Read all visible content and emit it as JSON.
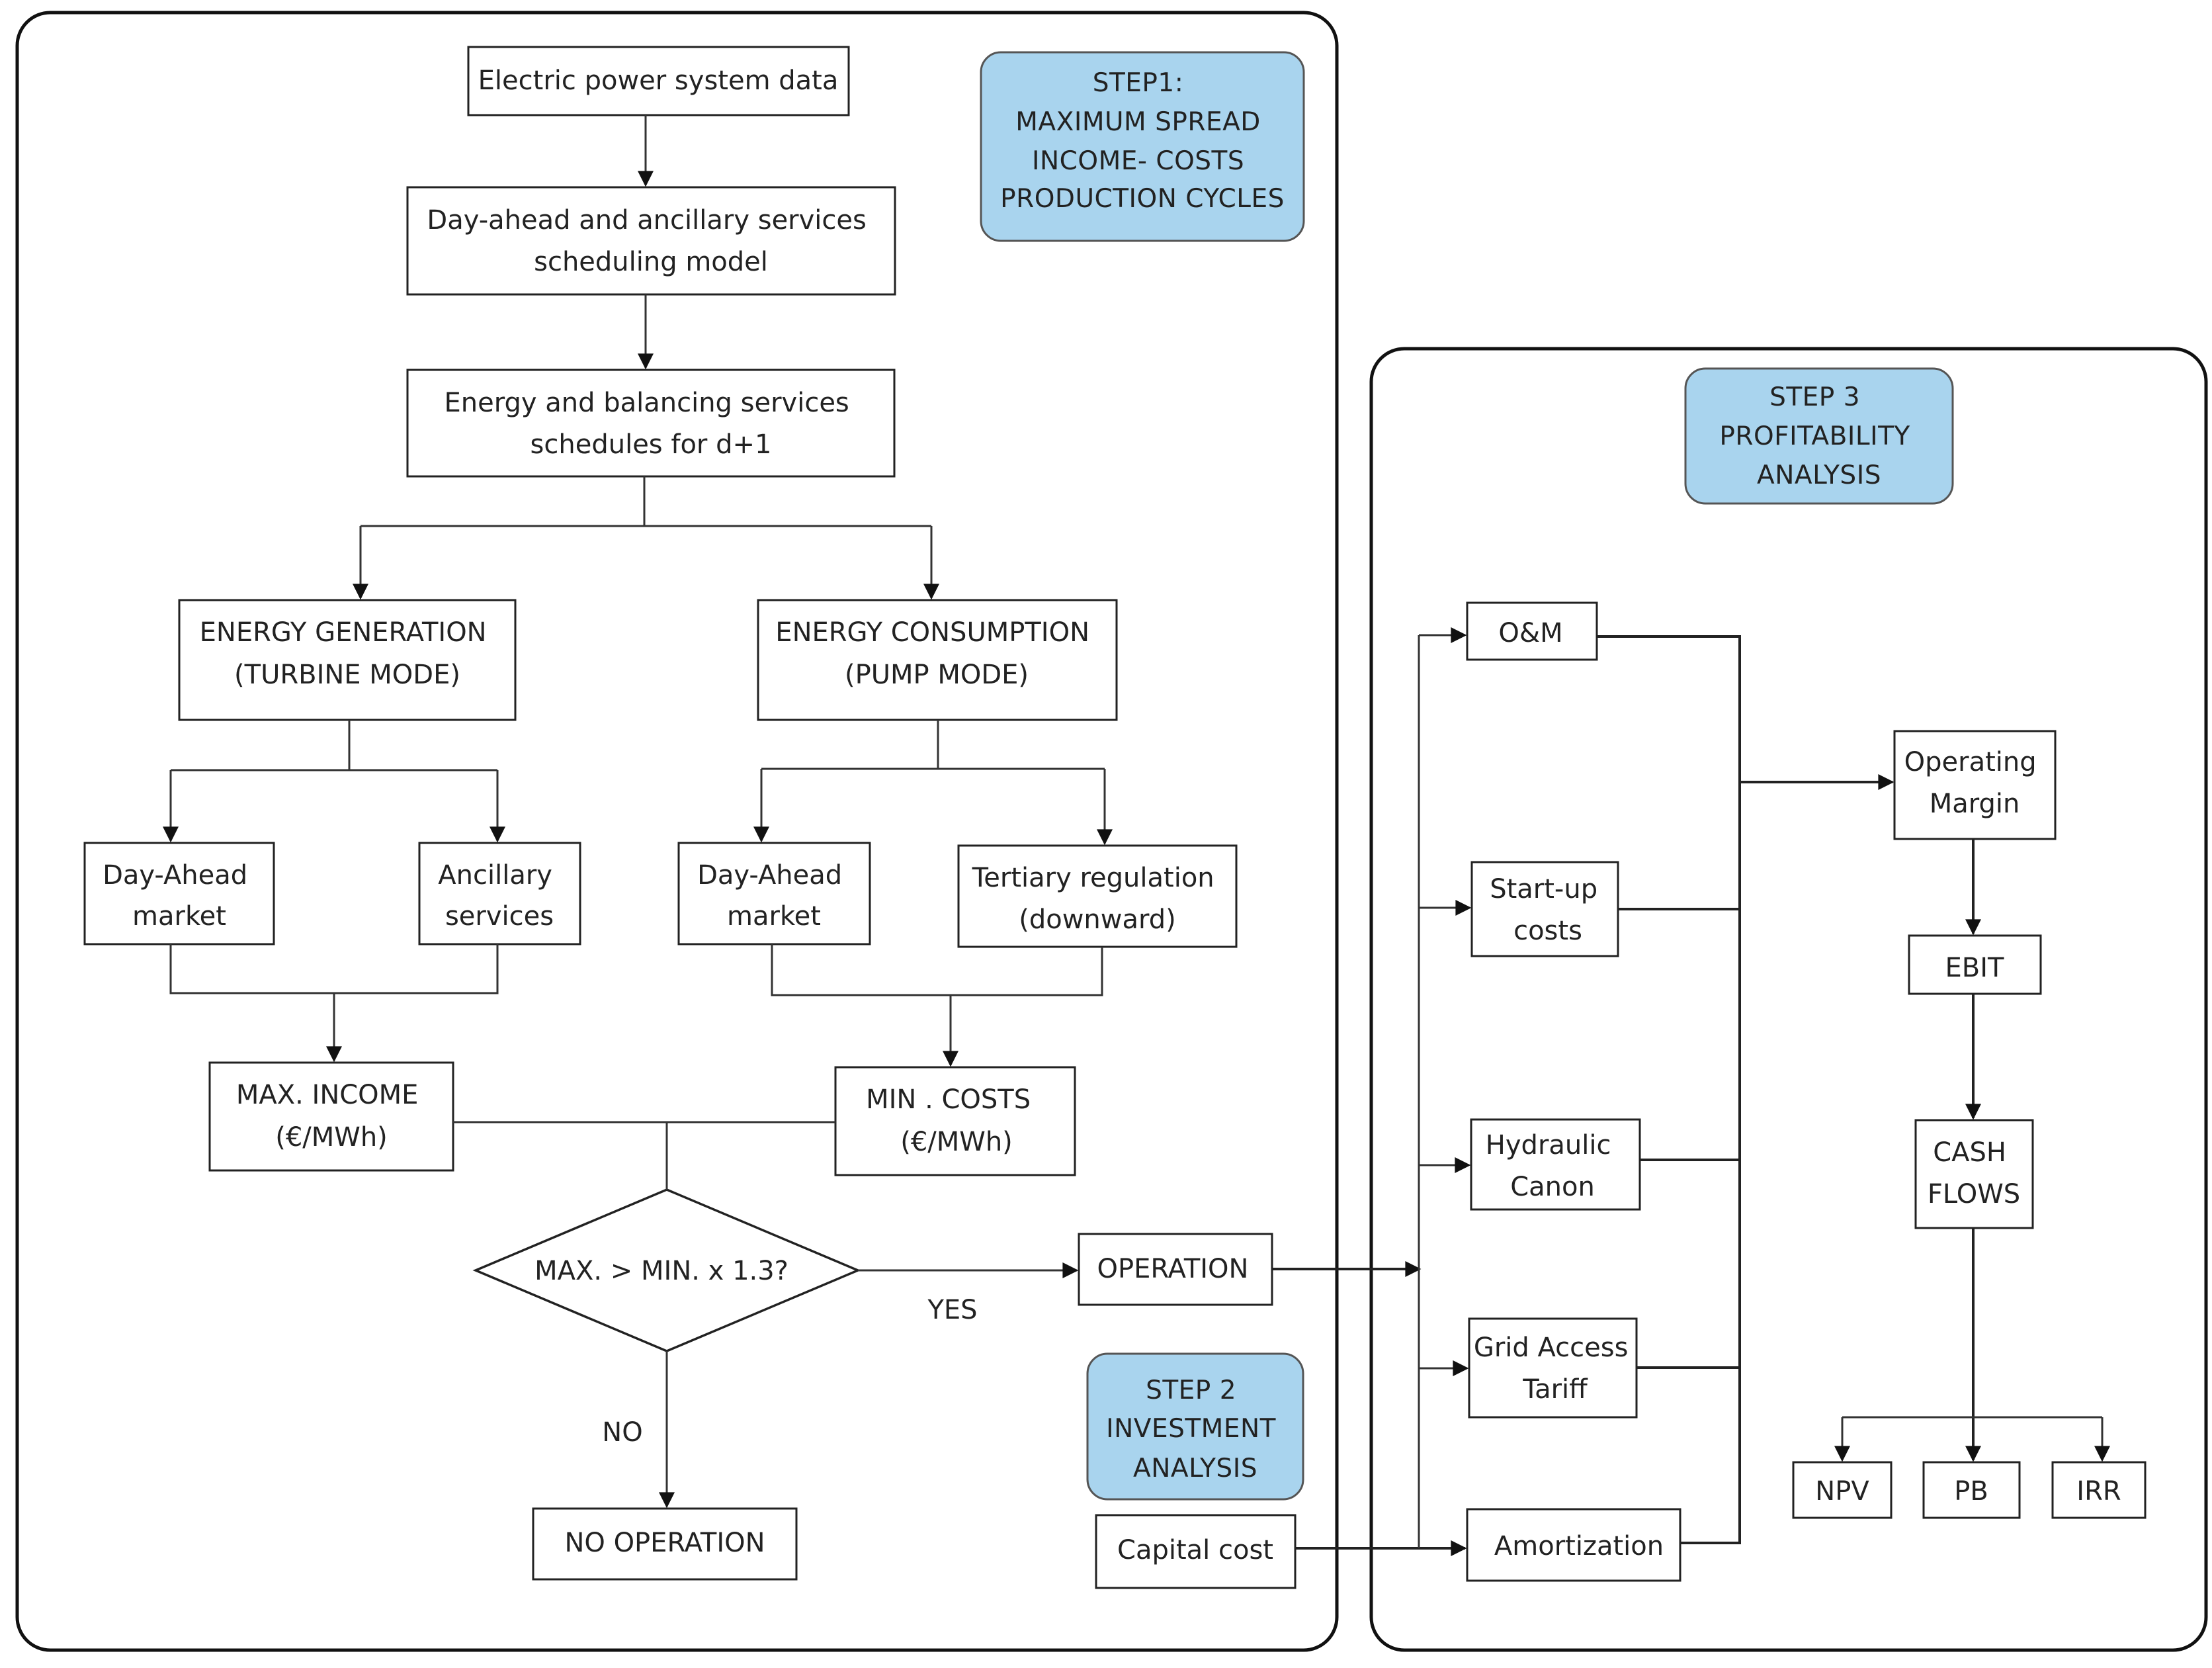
{
  "steps": {
    "step1": [
      "STEP1:",
      "MAXIMUM SPREAD",
      "INCOME- COSTS",
      "PRODUCTION CYCLES"
    ],
    "step2": [
      "STEP 2",
      "INVESTMENT",
      "ANALYSIS"
    ],
    "step3": [
      "STEP 3",
      "PROFITABILITY",
      "ANALYSIS"
    ]
  },
  "step1_flow": {
    "power_data": [
      "Electric power system data"
    ],
    "scheduling_model": [
      "Day-ahead and ancillary services",
      "scheduling model"
    ],
    "schedules": [
      "Energy and balancing services",
      "schedules for d+1"
    ],
    "generation": [
      "ENERGY GENERATION",
      "(TURBINE MODE)"
    ],
    "consumption": [
      "ENERGY CONSUMPTION",
      "(PUMP MODE)"
    ],
    "gen_day_ahead": [
      "Day-Ahead",
      "market"
    ],
    "ancillary": [
      "Ancillary",
      "services"
    ],
    "cons_day_ahead": [
      "Day-Ahead",
      "market"
    ],
    "tertiary": [
      "Tertiary regulation",
      "(downward)"
    ],
    "max_income": [
      "MAX. INCOME",
      "(€/MWh)"
    ],
    "min_costs": [
      "MIN . COSTS",
      "(€/MWh)"
    ],
    "decision": [
      "MAX. > MIN. x 1.3?"
    ],
    "yes_label": "YES",
    "no_label": "NO",
    "operation": [
      "OPERATION"
    ],
    "no_operation": [
      "NO OPERATION"
    ]
  },
  "step2_flow": {
    "capital_cost": [
      "Capital cost"
    ]
  },
  "step3_flow": {
    "om": [
      "O&M"
    ],
    "startup": [
      "Start-up",
      "costs"
    ],
    "hydraulic": [
      "Hydraulic",
      "Canon"
    ],
    "grid_access": [
      "Grid Access",
      "Tariff"
    ],
    "amortization": [
      "Amortization"
    ],
    "operating_margin": [
      "Operating",
      "Margin"
    ],
    "ebit": [
      "EBIT"
    ],
    "cash_flows": [
      "CASH",
      "FLOWS"
    ],
    "npv": [
      "NPV"
    ],
    "pb": [
      "PB"
    ],
    "irr": [
      "IRR"
    ]
  }
}
